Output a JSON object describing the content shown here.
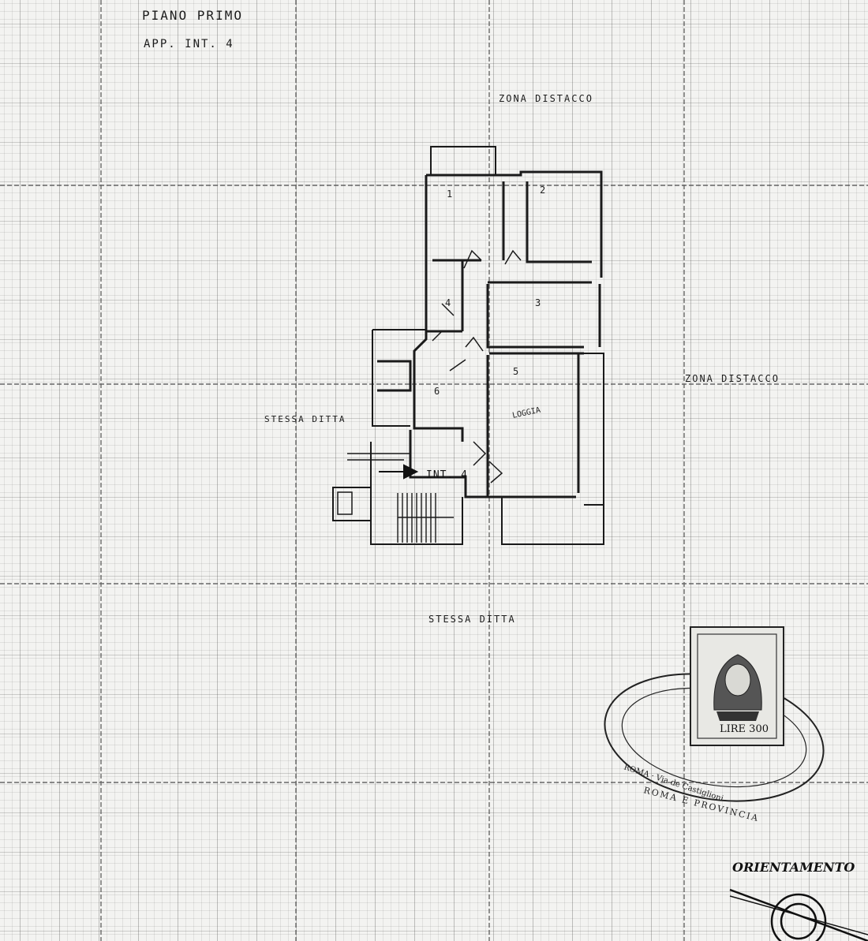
{
  "sheet": {
    "floor_label": "PIANO PRIMO",
    "apartment_label": "APP. INT. 4"
  },
  "plan": {
    "zone_top": "ZONA DISTACCO",
    "zone_right": "ZONA DISTACCO",
    "neighbor_left": "STESSA DITTA",
    "neighbor_bottom": "STESSA DITTA",
    "entrance_label": "INT. 4",
    "room_numbers": [
      "1",
      "2",
      "3",
      "4",
      "5",
      "6"
    ],
    "room_name": "LOGGIA"
  },
  "stamp": {
    "value_label": "LIRE 300",
    "seal_text_top": "ROMA · Via de Castiglioni",
    "seal_text_bottom": "ROMA E PROVINCIA"
  },
  "orientation": {
    "label": "ORIENTAMENTO"
  }
}
